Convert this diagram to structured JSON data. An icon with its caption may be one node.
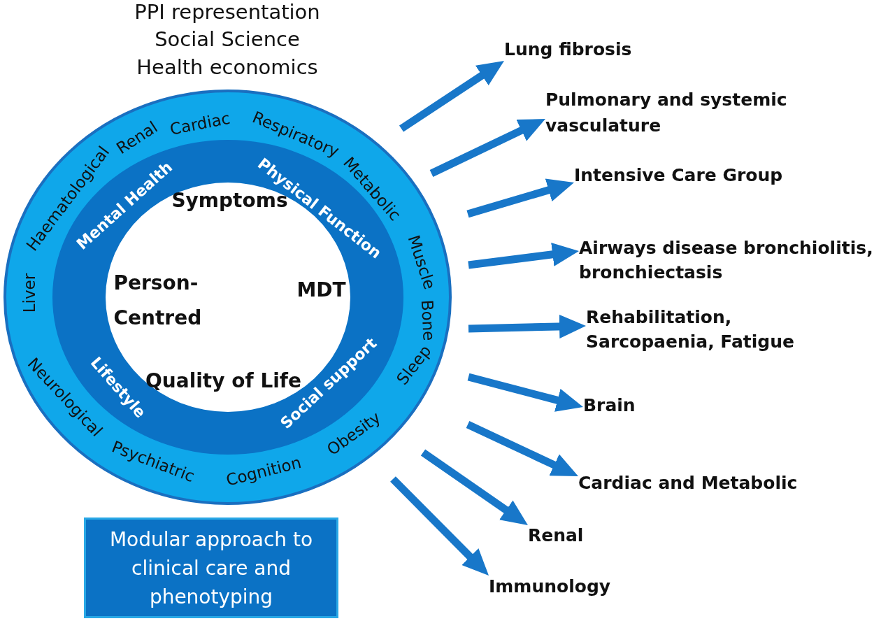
{
  "diagram": {
    "nodes": [
      {
        "text": [
          "Liver",
          "Haematological",
          "Renal",
          "Cardiac",
          "Respiratory",
          "Metabolic",
          "Muscle",
          "Bone",
          "Sleep",
          "Obesity",
          "Cognition",
          "Psychiatric",
          "Neurological"
        ]
      },
      {
        "text": [
          "Mental Health",
          "Physical Function",
          "Lifestyle",
          "Social support"
        ],
        "in": 0
      },
      {
        "text": [
          "Symptoms",
          "Person-Centred",
          "MDT",
          "Quality of Life"
        ],
        "in": 1
      },
      {
        "text": [
          "Lung fibrosis"
        ]
      },
      {
        "text": [
          "Pulmonary and systemic vasculature"
        ]
      },
      {
        "text": [
          "Intensive Care Group"
        ]
      },
      {
        "text": [
          "Airways disease bronchiolitis, bronchiectasis"
        ]
      },
      {
        "text": [
          "Rehabilitation, Sarcopaenia, Fatigue"
        ]
      },
      {
        "text": [
          "Brain"
        ]
      },
      {
        "text": [
          "Cardiac and Metabolic"
        ]
      },
      {
        "text": [
          "Renal"
        ]
      },
      {
        "text": [
          "Immunology"
        ]
      },
      {
        "text": [
          "Modular approach to clinical care and phenotyping"
        ]
      }
    ],
    "edges": [
      {
        "from": null,
        "to": 3,
        "arrow": "to"
      },
      {
        "from": null,
        "to": 4,
        "arrow": "to"
      },
      {
        "from": null,
        "to": 5,
        "arrow": "to"
      },
      {
        "from": null,
        "to": 6,
        "arrow": "to"
      },
      {
        "from": null,
        "to": 7,
        "arrow": "to"
      },
      {
        "from": null,
        "to": 8,
        "arrow": "to"
      },
      {
        "from": null,
        "to": 9,
        "arrow": "to"
      },
      {
        "from": null,
        "to": 10,
        "arrow": "to"
      },
      {
        "from": null,
        "to": 11,
        "arrow": "to"
      }
    ],
    "labels": [
      "PPI representation",
      "Social Science",
      "Health economics"
    ]
  }
}
